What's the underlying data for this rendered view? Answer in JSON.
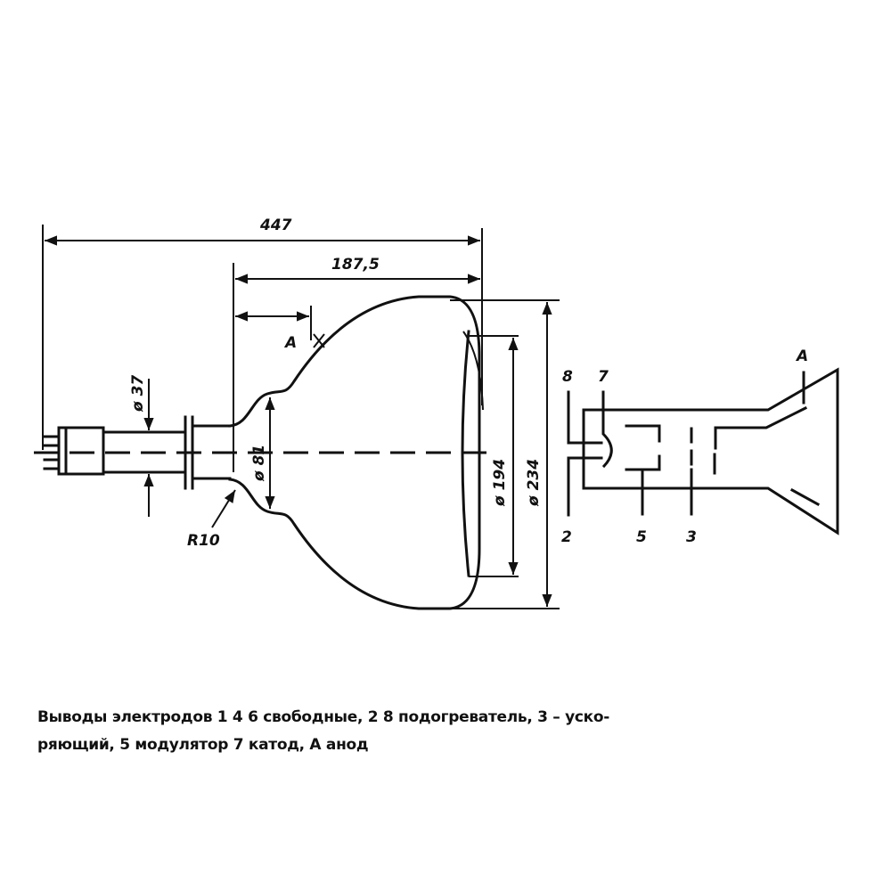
{
  "dimensions": {
    "overall_length": "447",
    "bulb_length": "187,5",
    "ref_point": "A",
    "neck_diameter": "ø 37",
    "cone_diameter": "ø 81",
    "screen_diameter": "ø 194",
    "bulb_diameter": "ø 234",
    "radius": "R10"
  },
  "schematic": {
    "pins": {
      "heater_top": "8",
      "cathode": "7",
      "heater_bottom": "2",
      "modulator": "5",
      "accelerator": "3",
      "anode": "A"
    }
  },
  "caption": {
    "line1": "Выводы электродов 1 4 6 свободные, 2 8 подогреватель, 3 – уско-",
    "line2": "ряющий, 5 модулятор 7 катод, А анод"
  }
}
